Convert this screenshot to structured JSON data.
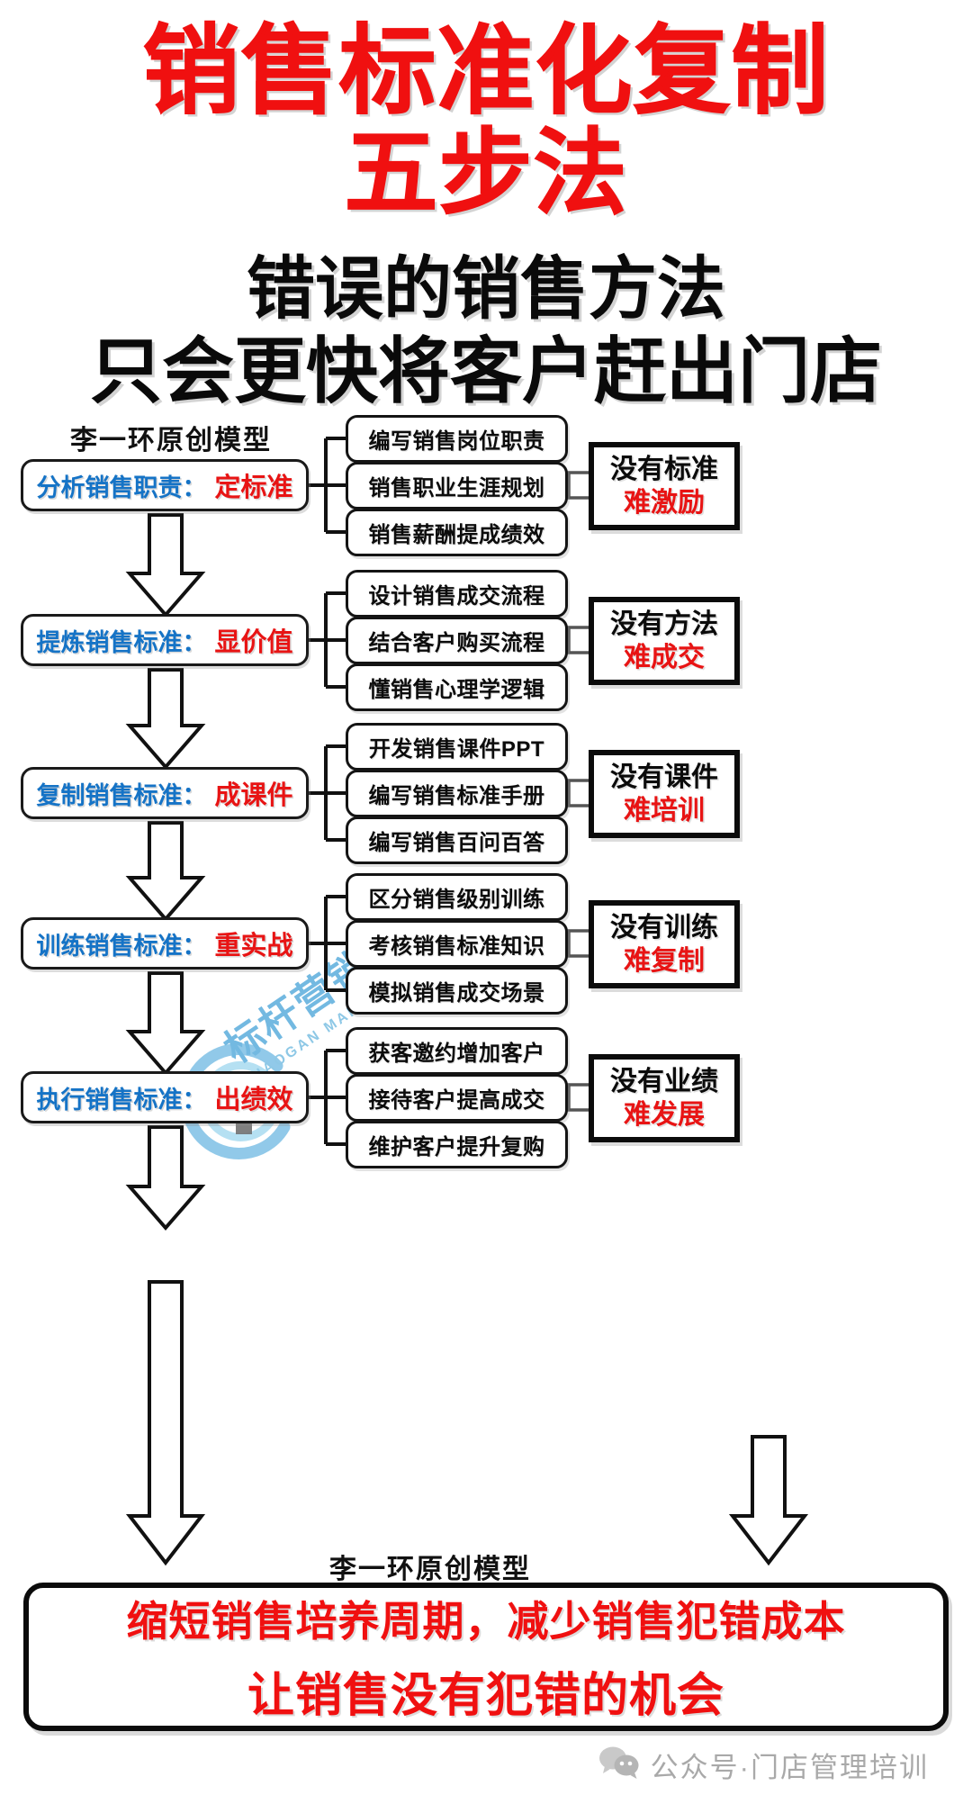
{
  "title": {
    "line1": "销售标准化复制",
    "line2": "五步法",
    "color": "#f01010"
  },
  "subtitle": {
    "line1": "错误的销售方法",
    "line2": "只会更快将客户赶出门店",
    "color": "#0a0a0a"
  },
  "credits": {
    "top": "李一环原创模型",
    "bottom": "李一环原创模型"
  },
  "watermark": {
    "cn": "标杆营销",
    "en": "BIAOGAN MARKETING",
    "color": "#1f8fd0"
  },
  "colors": {
    "stage_label": "#1573c6",
    "stage_key": "#e81414",
    "outcome_top": "#0b0b0b",
    "outcome_bottom": "#e81414",
    "conclusion": "#f01010",
    "border": "#141414"
  },
  "rows": [
    {
      "stage_label": "分析销售职责：",
      "stage_key": "定标准",
      "tasks": [
        "编写销售岗位职责",
        "销售职业生涯规划",
        "销售薪酬提成绩效"
      ],
      "outcome_top": "没有标准",
      "outcome_bottom": "难激励"
    },
    {
      "stage_label": "提炼销售标准：",
      "stage_key": "显价值",
      "tasks": [
        "设计销售成交流程",
        "结合客户购买流程",
        "懂销售心理学逻辑"
      ],
      "outcome_top": "没有方法",
      "outcome_bottom": "难成交"
    },
    {
      "stage_label": "复制销售标准：",
      "stage_key": "成课件",
      "tasks": [
        "开发销售课件PPT",
        "编写销售标准手册",
        "编写销售百问百答"
      ],
      "outcome_top": "没有课件",
      "outcome_bottom": "难培训"
    },
    {
      "stage_label": "训练销售标准：",
      "stage_key": "重实战",
      "tasks": [
        "区分销售级别训练",
        "考核销售标准知识",
        "模拟销售成交场景"
      ],
      "outcome_top": "没有训练",
      "outcome_bottom": "难复制"
    },
    {
      "stage_label": "执行销售标准：",
      "stage_key": "出绩效",
      "tasks": [
        "获客邀约增加客户",
        "接待客户提高成交",
        "维护客户提升复购"
      ],
      "outcome_top": "没有业绩",
      "outcome_bottom": "难发展"
    }
  ],
  "conclusion": {
    "line1": "缩短销售培养周期，减少销售犯错成本",
    "line2": "让销售没有犯错的机会"
  },
  "footer": {
    "icon": "wechat-icon",
    "text": "公众号·门店管理培训"
  }
}
